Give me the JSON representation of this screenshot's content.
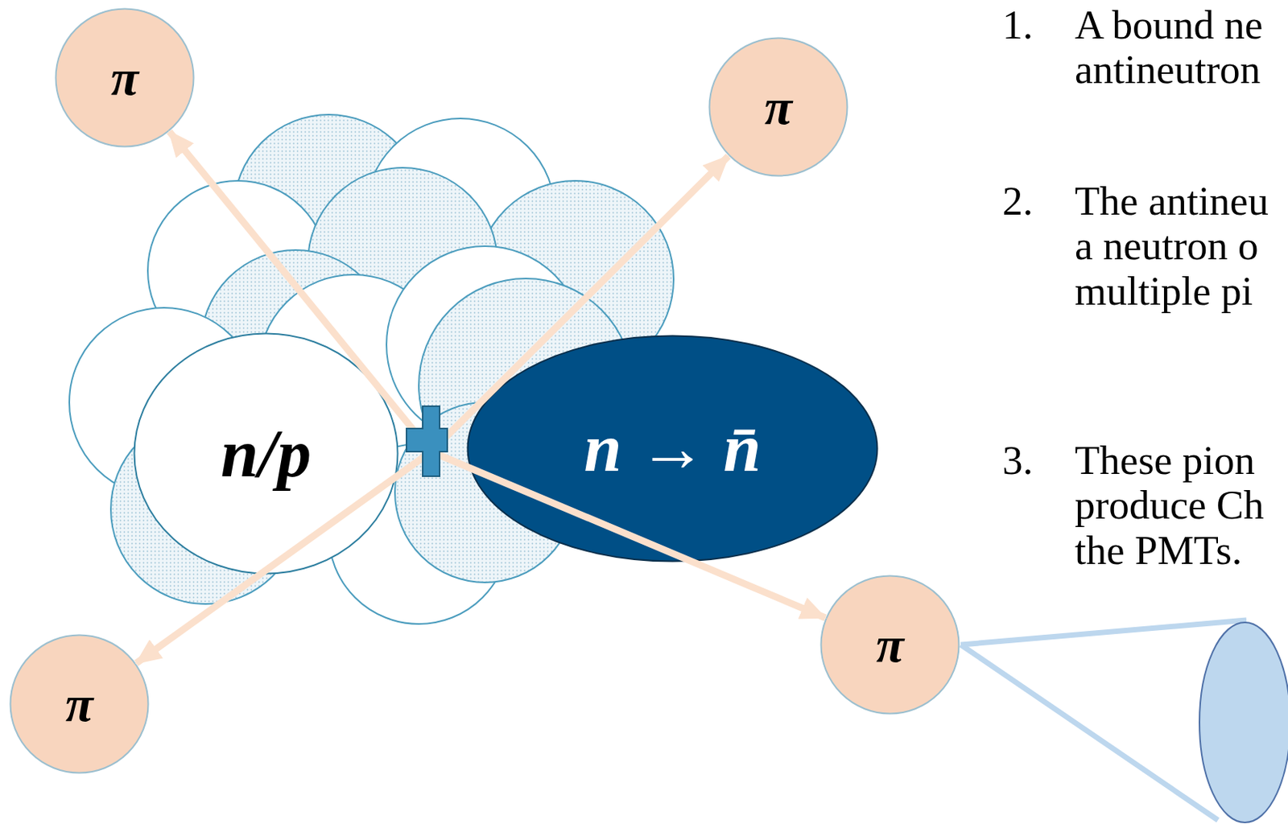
{
  "diagram": {
    "nodes": [
      {
        "text": [
          "π"
        ]
      },
      {
        "text": [
          "π"
        ]
      },
      {
        "text": [
          "n/p"
        ]
      },
      {
        "text": [
          "n → n̄"
        ]
      },
      {
        "text": [
          "π"
        ]
      },
      {
        "text": [
          "π"
        ]
      }
    ],
    "labels": [
      "1.",
      "A bound ne antineutron",
      "2.",
      "The antineu a neutron o multiple pi",
      "3.",
      "These pion produce Ch the PMTs."
    ]
  }
}
